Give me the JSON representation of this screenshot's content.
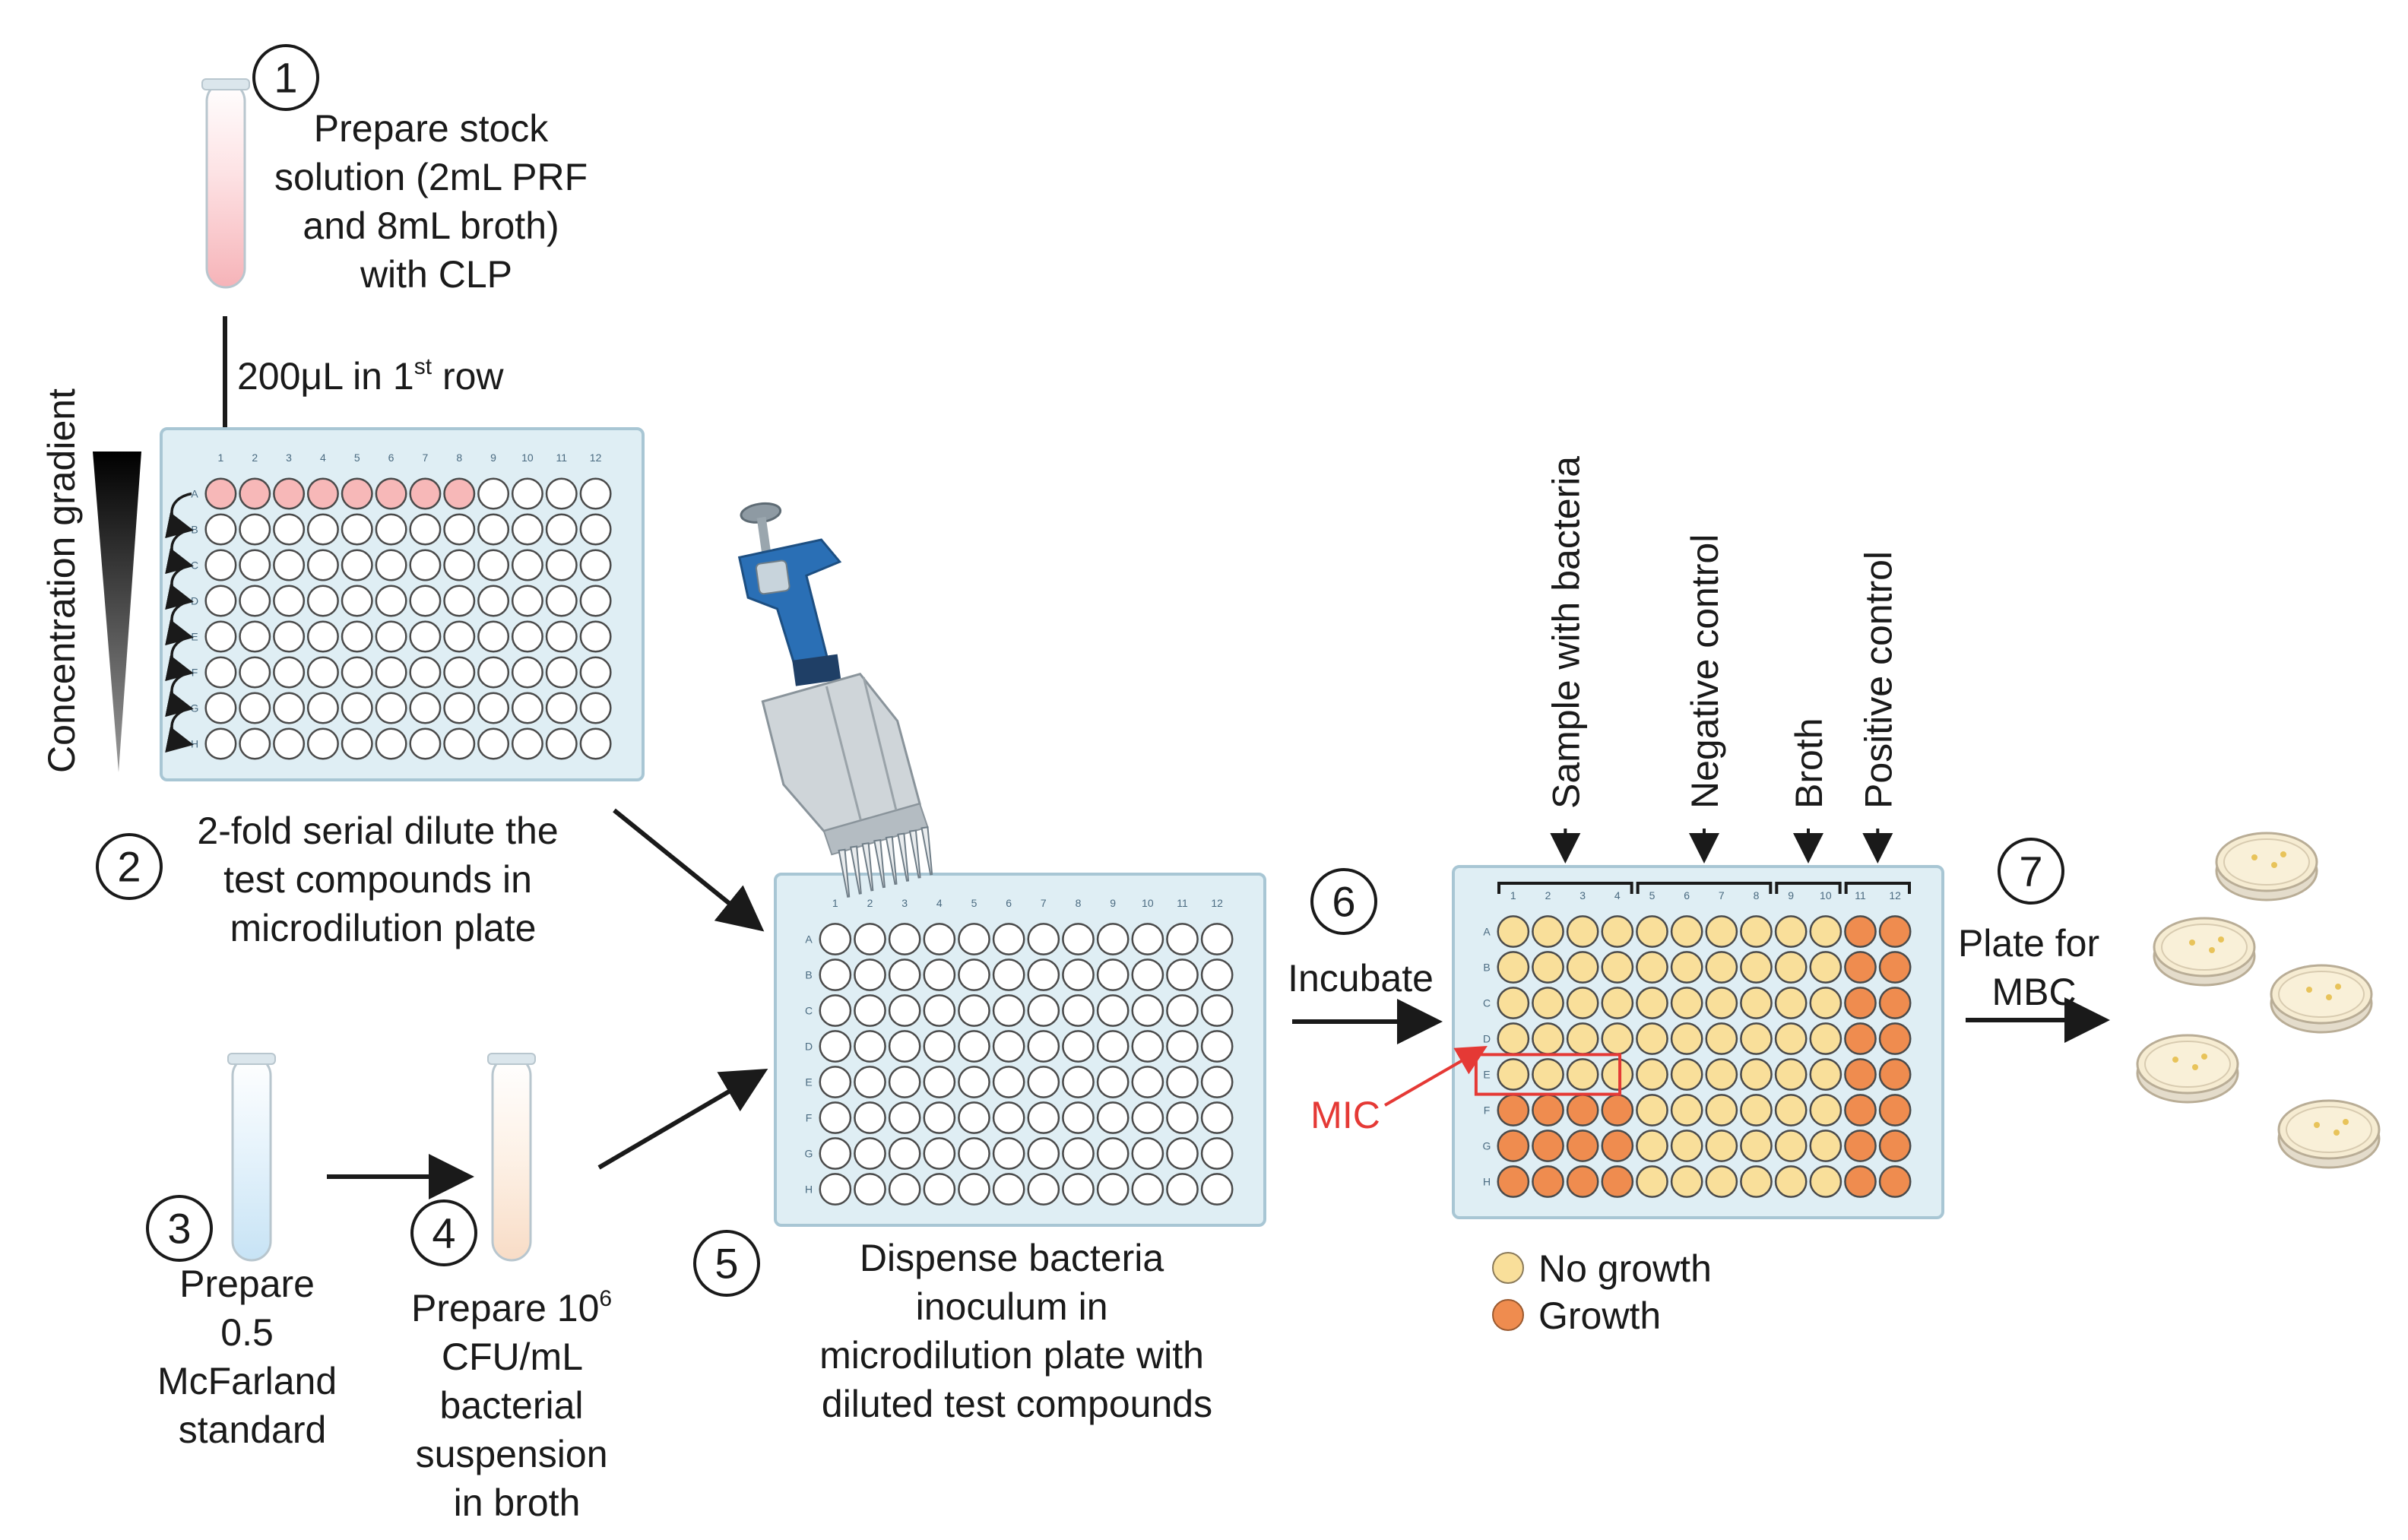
{
  "steps": {
    "s1": {
      "number": "1",
      "lines": [
        "Prepare stock",
        "solution (2mL PRF",
        "and 8mL broth)",
        "with CLP"
      ]
    },
    "s2": {
      "number": "2",
      "lines": [
        "2-fold serial dilute the",
        "test compounds in",
        "microdilution plate"
      ]
    },
    "s3": {
      "number": "3",
      "lines": [
        "Prepare",
        "0.5",
        "McFarland",
        "standard"
      ]
    },
    "s4": {
      "number": "4",
      "lines": [
        "Prepare 10",
        "CFU/mL",
        "bacterial",
        "suspension",
        "in broth"
      ],
      "sup": "6"
    },
    "s5": {
      "number": "5",
      "lines": [
        "Dispense bacteria",
        "inoculum in",
        "microdilution plate with",
        "diluted test compounds"
      ]
    },
    "s6": {
      "number": "6",
      "label": "Incubate"
    },
    "s7": {
      "number": "7",
      "lines": [
        "Plate for",
        "MBC"
      ]
    }
  },
  "transfer_label": {
    "main": "200μL in 1",
    "sup": "st",
    "tail": " row"
  },
  "gradient_label": "Concentration gradient",
  "plate": {
    "columns": [
      "1",
      "2",
      "3",
      "4",
      "5",
      "6",
      "7",
      "8",
      "9",
      "10",
      "11",
      "12"
    ],
    "rows": [
      "A",
      "B",
      "C",
      "D",
      "E",
      "F",
      "G",
      "H"
    ]
  },
  "result_plate": {
    "groups": [
      "Sample with bacteria",
      "Negative control",
      "Broth",
      "Positive control"
    ],
    "mic_label": "MIC"
  },
  "legend": [
    {
      "label": "No growth",
      "color": "#f9df9a"
    },
    {
      "label": "Growth",
      "color": "#ef8c4f"
    }
  ],
  "colors": {
    "plate_bg": "#dfeef4",
    "plate_border": "#a8c6d4",
    "well_stock": "#f7b8b8",
    "no_growth": "#f9df9a",
    "growth": "#ef8c4f",
    "mic_box": "#e53935",
    "pipette_blue": "#2a6fb5"
  }
}
